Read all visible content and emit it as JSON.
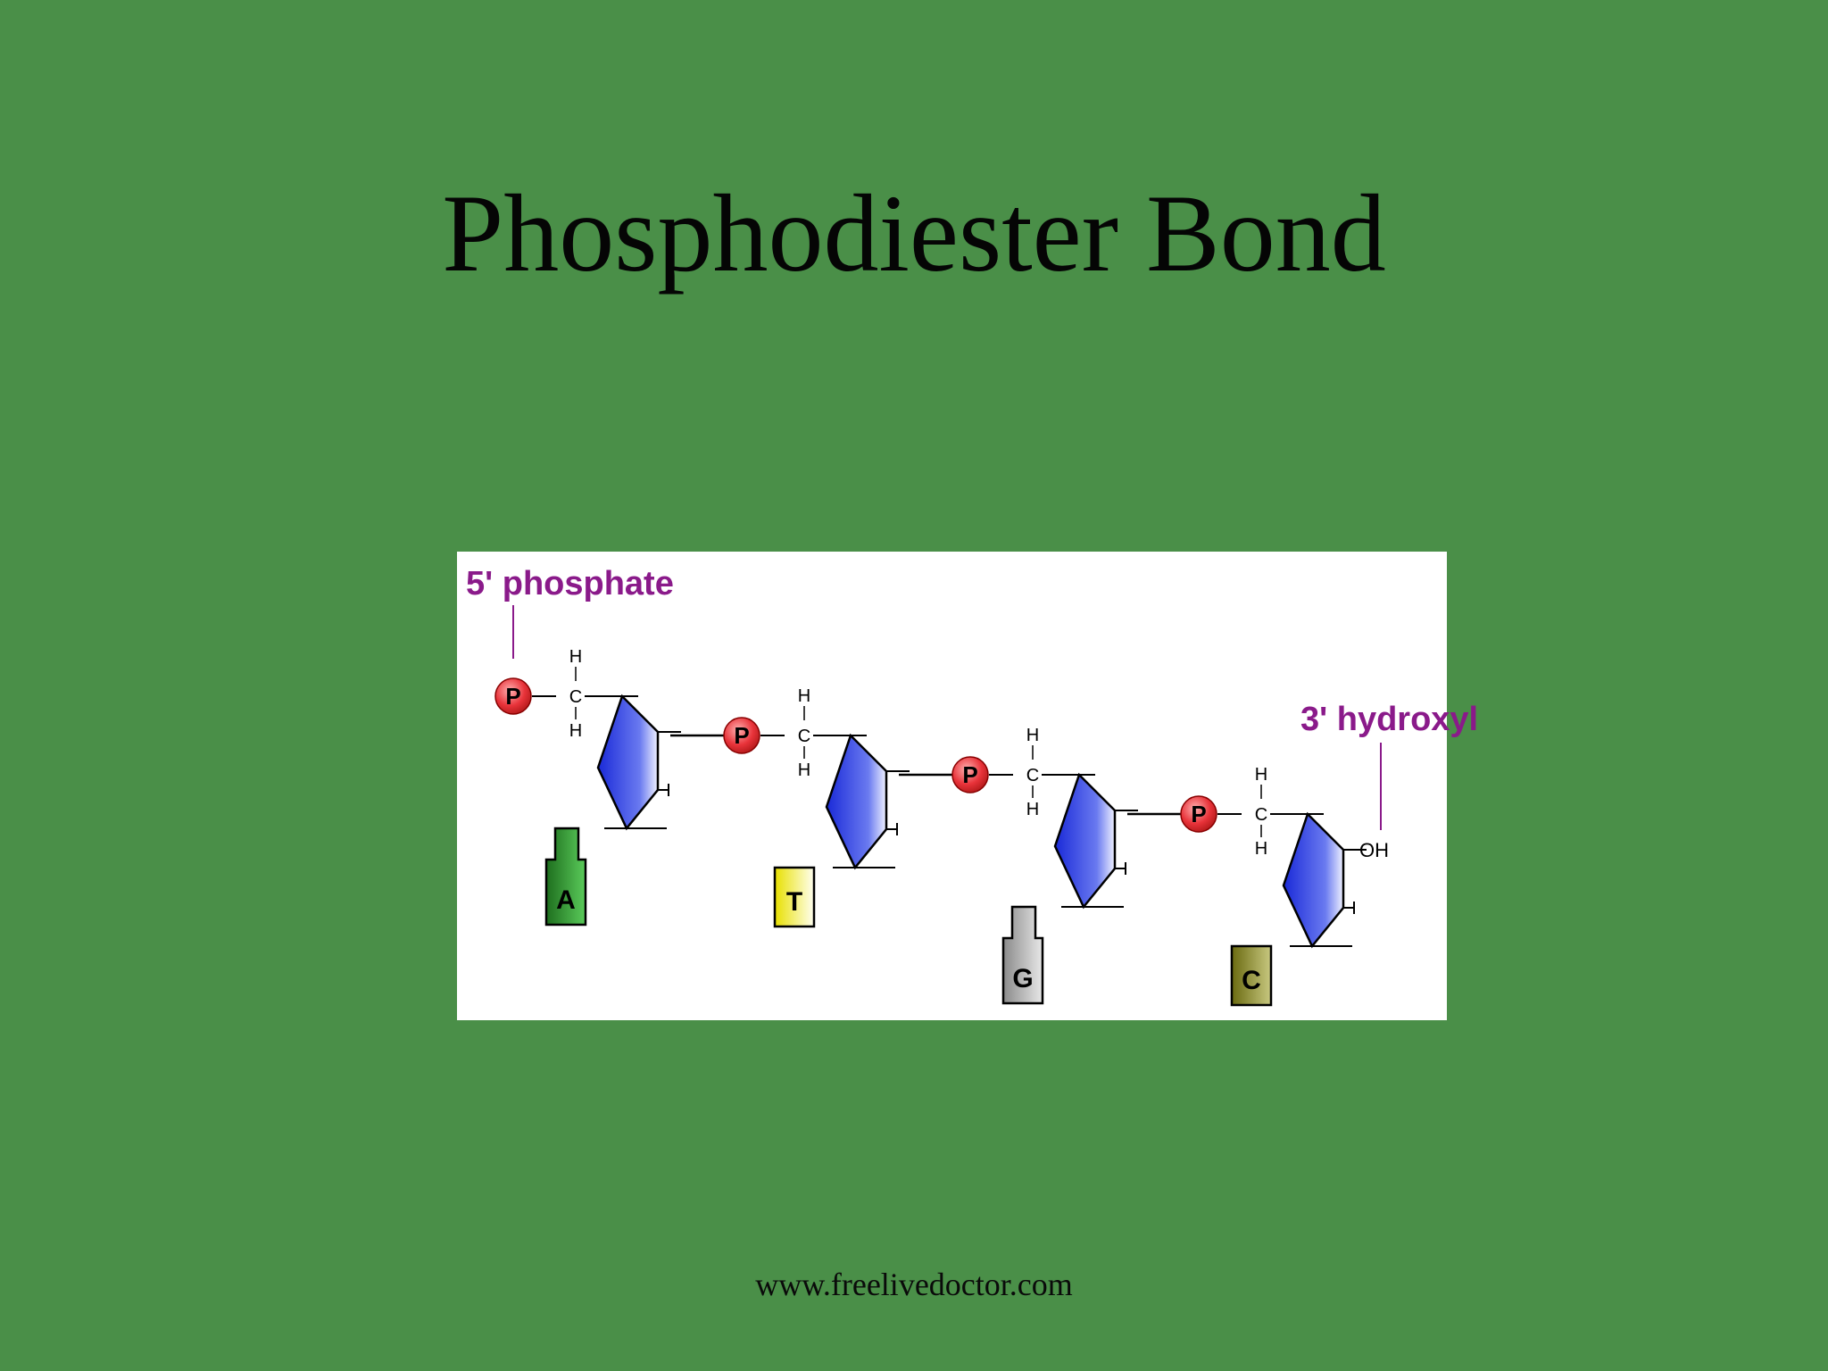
{
  "slide": {
    "title": "Phosphodiester Bond",
    "footer": "www.freelivedoctor.com"
  },
  "diagram": {
    "label_5prime": "5' phosphate",
    "label_3prime": "3' hydroxyl",
    "phosphate_symbol": "P",
    "carbon_symbol": "C",
    "hydrogen_symbol": "H",
    "hydroxyl_symbol": "OH",
    "label_color": "#8a1a8a",
    "phosphate_color": "#e8333a",
    "sugar_color": "#3a4ee8",
    "nucleotides": [
      {
        "base": "A",
        "base_color": "#2a8a2a"
      },
      {
        "base": "T",
        "base_color": "#f2ee1a"
      },
      {
        "base": "G",
        "base_color": "#a8a8a8"
      },
      {
        "base": "C",
        "base_color": "#8a8a20"
      }
    ]
  }
}
